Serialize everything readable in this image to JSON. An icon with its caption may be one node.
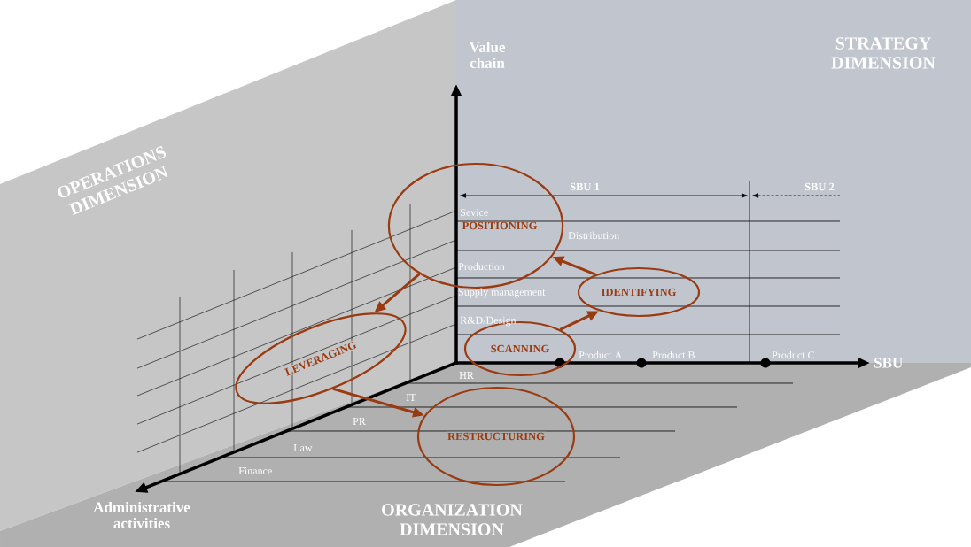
{
  "diagram": {
    "nodes": [
      {
        "text": [
          "POSITIONING"
        ]
      },
      {
        "text": [
          "IDENTIFYING"
        ]
      },
      {
        "text": [
          "SCANNING"
        ]
      },
      {
        "text": [
          "LEVERAGING"
        ]
      },
      {
        "text": [
          "RESTRUCTURING"
        ]
      }
    ],
    "edges": [
      {
        "from": 2,
        "to": 1,
        "arrow": "to"
      },
      {
        "from": 1,
        "to": 0,
        "arrow": "to"
      },
      {
        "from": 0,
        "to": 3,
        "arrow": "to"
      },
      {
        "from": 3,
        "to": 4,
        "arrow": "to"
      }
    ],
    "labels": [
      "Value chain",
      "STRATEGY DIMENSION",
      "OPERATIONS DIMENSION",
      "SBU 1",
      "SBU 2",
      "Sevice",
      "Distribution",
      "Production",
      "Supply management",
      "R&D/Design",
      "Product A",
      "Product B",
      "Product C",
      "SBU",
      "HR",
      "IT",
      "PR",
      "Law",
      "Finance",
      "Administrative activities",
      "ORGANIZATION DIMENSION"
    ]
  }
}
